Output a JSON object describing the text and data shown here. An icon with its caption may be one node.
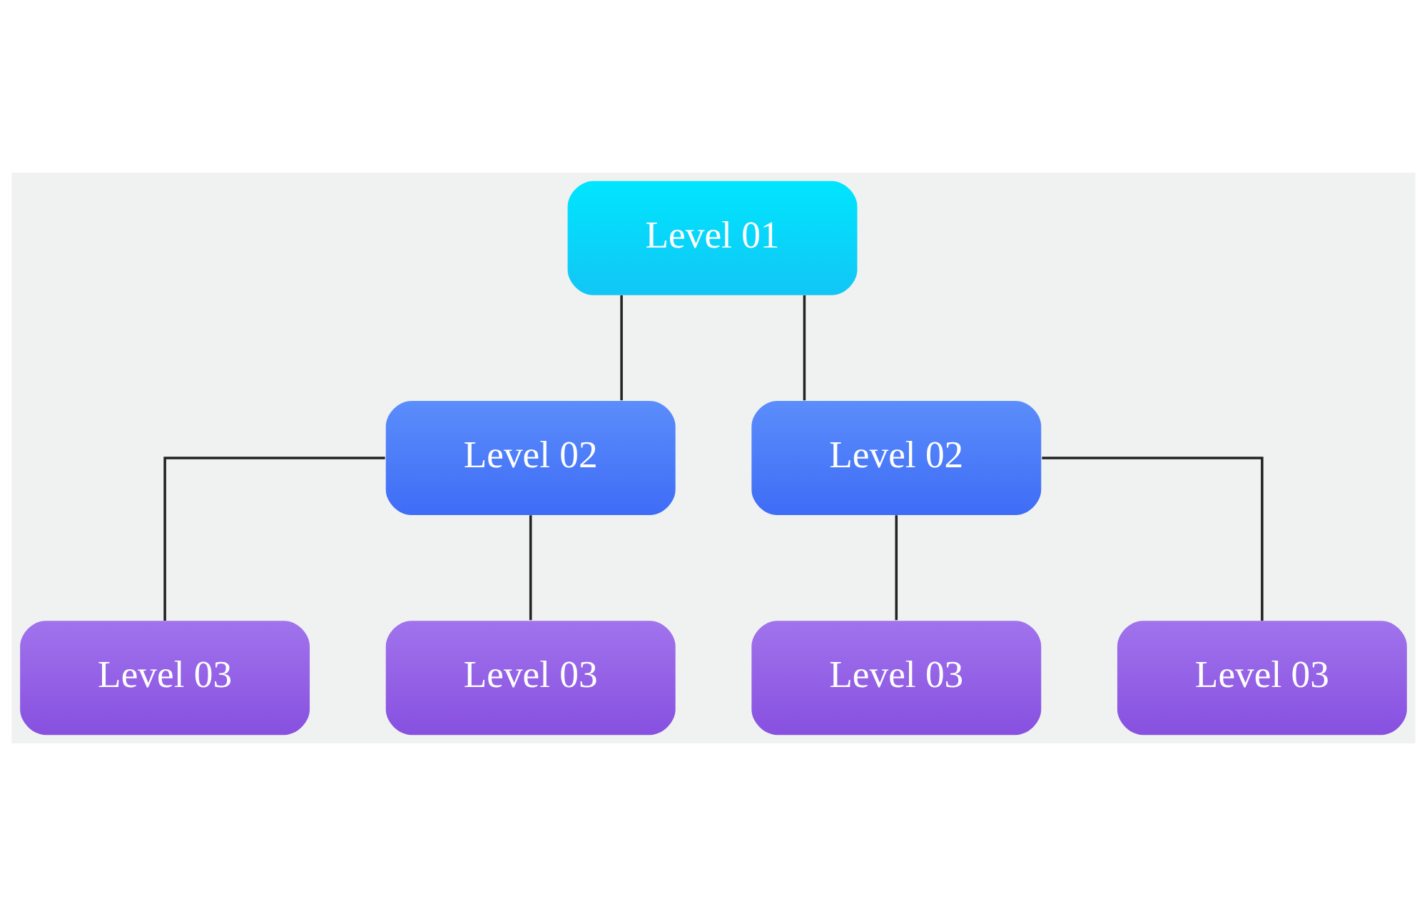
{
  "diagram": {
    "nodes": [
      {
        "text": [
          "Level 01"
        ]
      },
      {
        "text": [
          "Level 02"
        ]
      },
      {
        "text": [
          "Level 02"
        ]
      },
      {
        "text": [
          "Level 03"
        ]
      },
      {
        "text": [
          "Level 03"
        ]
      },
      {
        "text": [
          "Level 03"
        ]
      },
      {
        "text": [
          "Level 03"
        ]
      }
    ],
    "edges": [
      {
        "from": 0,
        "to": 1,
        "arrow": "none"
      },
      {
        "from": 0,
        "to": 2,
        "arrow": "none"
      },
      {
        "from": 1,
        "to": 3,
        "arrow": "none"
      },
      {
        "from": 1,
        "to": 4,
        "arrow": "none"
      },
      {
        "from": 2,
        "to": 5,
        "arrow": "none"
      },
      {
        "from": 2,
        "to": 6,
        "arrow": "none"
      }
    ]
  }
}
